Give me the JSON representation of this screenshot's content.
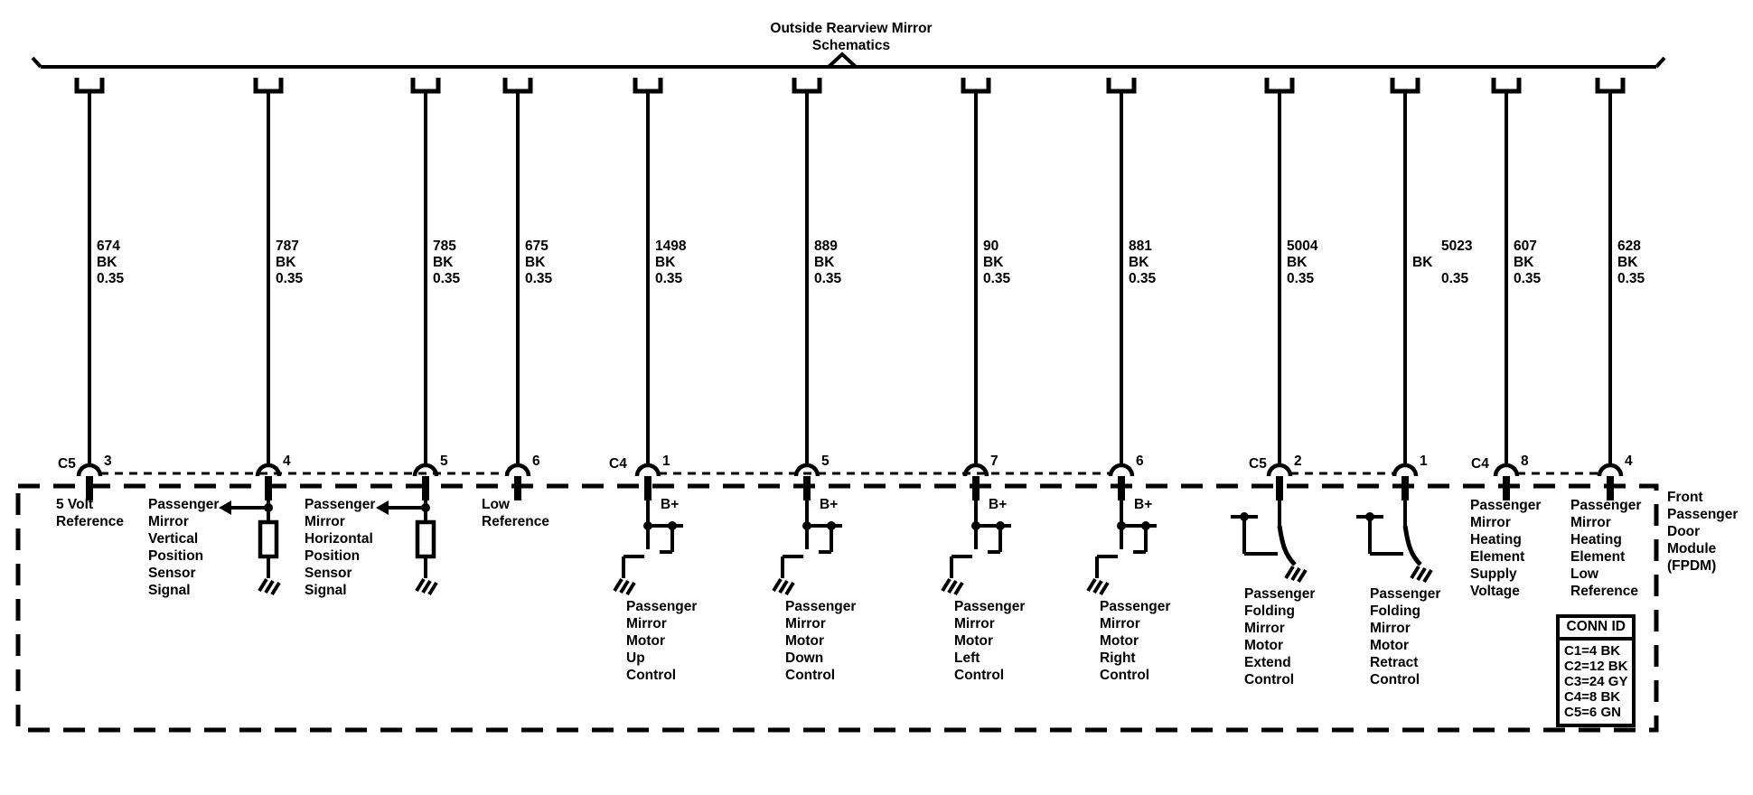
{
  "title": "Outside Rearview Mirror\nSchematics",
  "module_label": "Front\nPassenger\nDoor\nModule\n(FPDM)",
  "supply_label": "B+",
  "connector_groups": [
    {
      "label": "C5",
      "pins": [
        "3",
        "4",
        "5",
        "6"
      ]
    },
    {
      "label": "C4",
      "pins": [
        "1",
        "5",
        "7",
        "6"
      ]
    },
    {
      "label": "C5",
      "pins": [
        "2",
        "1"
      ]
    },
    {
      "label": "C4",
      "pins": [
        "8",
        "4"
      ]
    }
  ],
  "conn_id_table": {
    "header": "CONN ID",
    "rows": [
      "C1=4 BK",
      "C2=12 BK",
      "C3=24 GY",
      "C4=8 BK",
      "C5=6 GN"
    ]
  },
  "wires": [
    {
      "circuit": "674",
      "color": "BK",
      "size": "0.35",
      "pin": "3",
      "function": "5 Volt\nReference"
    },
    {
      "circuit": "787",
      "color": "BK",
      "size": "0.35",
      "pin": "4",
      "function": "Passenger\nMirror\nVertical\nPosition\nSensor\nSignal"
    },
    {
      "circuit": "785",
      "color": "BK",
      "size": "0.35",
      "pin": "5",
      "function": "Passenger\nMirror\nHorizontal\nPosition\nSensor\nSignal"
    },
    {
      "circuit": "675",
      "color": "BK",
      "size": "0.35",
      "pin": "6",
      "function": "Low\nReference"
    },
    {
      "circuit": "1498",
      "color": "BK",
      "size": "0.35",
      "pin": "1",
      "function": "Passenger\nMirror\nMotor\nUp\nControl"
    },
    {
      "circuit": "889",
      "color": "BK",
      "size": "0.35",
      "pin": "5",
      "function": "Passenger\nMirror\nMotor\nDown\nControl"
    },
    {
      "circuit": "90",
      "color": "BK",
      "size": "0.35",
      "pin": "7",
      "function": "Passenger\nMirror\nMotor\nLeft\nControl"
    },
    {
      "circuit": "881",
      "color": "BK",
      "size": "0.35",
      "pin": "6",
      "function": "Passenger\nMirror\nMotor\nRight\nControl"
    },
    {
      "circuit": "5004",
      "color": "BK",
      "size": "0.35",
      "pin": "2",
      "function": "Passenger\nFolding\nMirror\nMotor\nExtend\nControl"
    },
    {
      "circuit": "5023",
      "color": "BK",
      "size": "0.35",
      "pin": "1",
      "function": "Passenger\nFolding\nMirror\nMotor\nRetract\nControl"
    },
    {
      "circuit": "607",
      "color": "BK",
      "size": "0.35",
      "pin": "8",
      "function": "Passenger\nMirror\nHeating\nElement\nSupply\nVoltage"
    },
    {
      "circuit": "628",
      "color": "BK",
      "size": "0.35",
      "pin": "4",
      "function": "Passenger\nMirror\nHeating\nElement\nLow\nReference"
    }
  ],
  "colors": {
    "ink": "#000000",
    "background": "#ffffff"
  }
}
